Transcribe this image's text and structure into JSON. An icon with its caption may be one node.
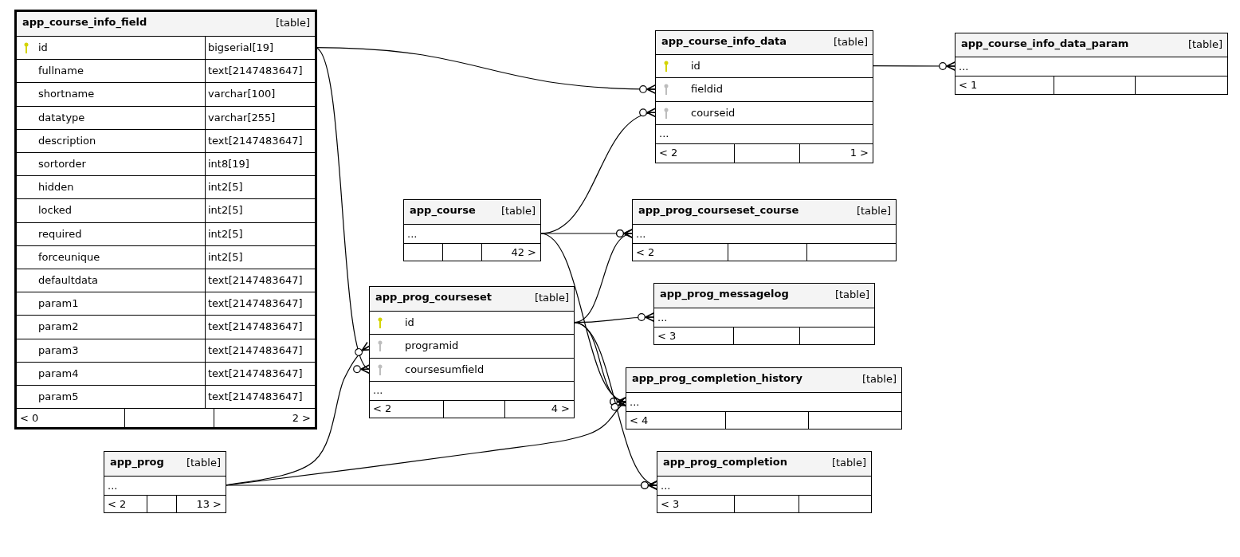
{
  "diagram": {
    "nodes": [
      {
        "text": [
          "app_course_info_field",
          "[table]"
        ]
      },
      {
        "text": [
          "id",
          "bigserial[19]"
        ],
        "in": 0
      },
      {
        "text": [
          "fullname",
          "text[2147483647]"
        ],
        "in": 0
      },
      {
        "text": [
          "shortname",
          "varchar[100]"
        ],
        "in": 0
      },
      {
        "text": [
          "datatype",
          "varchar[255]"
        ],
        "in": 0
      },
      {
        "text": [
          "description",
          "text[2147483647]"
        ],
        "in": 0
      },
      {
        "text": [
          "sortorder",
          "int8[19]"
        ],
        "in": 0
      },
      {
        "text": [
          "hidden",
          "int2[5]"
        ],
        "in": 0
      },
      {
        "text": [
          "locked",
          "int2[5]"
        ],
        "in": 0
      },
      {
        "text": [
          "required",
          "int2[5]"
        ],
        "in": 0
      },
      {
        "text": [
          "forceunique",
          "int2[5]"
        ],
        "in": 0
      },
      {
        "text": [
          "defaultdata",
          "text[2147483647]"
        ],
        "in": 0
      },
      {
        "text": [
          "param1",
          "text[2147483647]"
        ],
        "in": 0
      },
      {
        "text": [
          "param2",
          "text[2147483647]"
        ],
        "in": 0
      },
      {
        "text": [
          "param3",
          "text[2147483647]"
        ],
        "in": 0
      },
      {
        "text": [
          "param4",
          "text[2147483647]"
        ],
        "in": 0
      },
      {
        "text": [
          "param5",
          "text[2147483647]"
        ],
        "in": 0
      },
      {
        "text": [
          "< 0",
          "2 >"
        ],
        "in": 0
      },
      {
        "text": [
          "app_course_info_data",
          "[table]"
        ]
      },
      {
        "text": [
          "id"
        ],
        "in": 18
      },
      {
        "text": [
          "fieldid"
        ],
        "in": 18
      },
      {
        "text": [
          "courseid"
        ],
        "in": 18
      },
      {
        "text": [
          "..."
        ],
        "in": 18
      },
      {
        "text": [
          "< 2",
          "1 >"
        ],
        "in": 18
      },
      {
        "text": [
          "app_course_info_data_param",
          "[table]"
        ]
      },
      {
        "text": [
          "..."
        ],
        "in": 24
      },
      {
        "text": [
          "< 1"
        ],
        "in": 24
      },
      {
        "text": [
          "app_course",
          "[table]"
        ]
      },
      {
        "text": [
          "..."
        ],
        "in": 27
      },
      {
        "text": [
          "42 >"
        ],
        "in": 27
      },
      {
        "text": [
          "app_prog_courseset_course",
          "[table]"
        ]
      },
      {
        "text": [
          "..."
        ],
        "in": 30
      },
      {
        "text": [
          "< 2"
        ],
        "in": 30
      },
      {
        "text": [
          "app_prog_courseset",
          "[table]"
        ]
      },
      {
        "text": [
          "id"
        ],
        "in": 33
      },
      {
        "text": [
          "programid"
        ],
        "in": 33
      },
      {
        "text": [
          "coursesumfield"
        ],
        "in": 33
      },
      {
        "text": [
          "..."
        ],
        "in": 33
      },
      {
        "text": [
          "< 2",
          "4 >"
        ],
        "in": 33
      },
      {
        "text": [
          "app_prog_messagelog",
          "[table]"
        ]
      },
      {
        "text": [
          "..."
        ],
        "in": 39
      },
      {
        "text": [
          "< 3"
        ],
        "in": 39
      },
      {
        "text": [
          "app_prog_completion_history",
          "[table]"
        ]
      },
      {
        "text": [
          "..."
        ],
        "in": 42
      },
      {
        "text": [
          "< 4"
        ],
        "in": 42
      },
      {
        "text": [
          "app_prog",
          "[table]"
        ]
      },
      {
        "text": [
          "..."
        ],
        "in": 45
      },
      {
        "text": [
          "< 2",
          "13 >"
        ],
        "in": 45
      },
      {
        "text": [
          "app_prog_completion",
          "[table]"
        ]
      },
      {
        "text": [
          "..."
        ],
        "in": 48
      },
      {
        "text": [
          "< 3"
        ],
        "in": 48
      }
    ],
    "edges": [
      {
        "from": 1,
        "to": 20,
        "arrow": "other"
      },
      {
        "from": 1,
        "to": 36,
        "arrow": "other"
      },
      {
        "from": 19,
        "to": 25,
        "arrow": "other"
      },
      {
        "from": 28,
        "to": 21,
        "arrow": "other"
      },
      {
        "from": 28,
        "to": 31,
        "arrow": "other"
      },
      {
        "from": 28,
        "to": 43,
        "arrow": "other"
      },
      {
        "from": 34,
        "to": 31,
        "arrow": "other"
      },
      {
        "from": 34,
        "to": 40,
        "arrow": "other"
      },
      {
        "from": 34,
        "to": 43,
        "arrow": "other"
      },
      {
        "from": 34,
        "to": 49,
        "arrow": "other"
      },
      {
        "from": 46,
        "to": 35,
        "arrow": "other"
      },
      {
        "from": 46,
        "to": 43,
        "arrow": "other"
      },
      {
        "from": 46,
        "to": 49,
        "arrow": "other"
      }
    ]
  }
}
